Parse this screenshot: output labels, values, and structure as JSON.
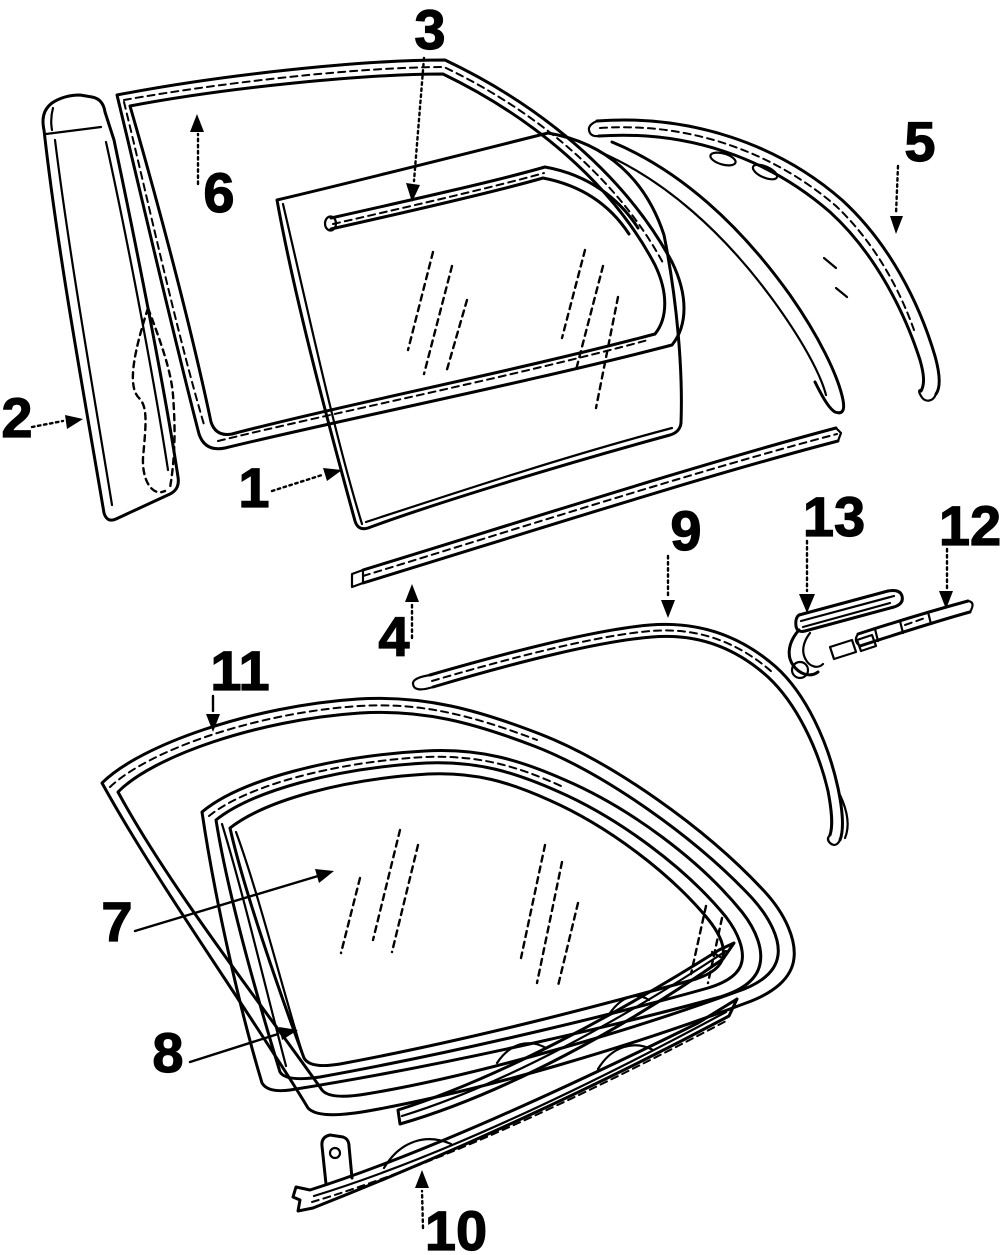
{
  "figure": {
    "type": "exploded-parts-line-diagram",
    "subject": "quarter-window-glass-and-moldings",
    "background": "#ffffff",
    "ink": "#000000"
  },
  "callouts": [
    {
      "label": "1"
    },
    {
      "label": "2"
    },
    {
      "label": "3"
    },
    {
      "label": "4"
    },
    {
      "label": "5"
    },
    {
      "label": "6"
    },
    {
      "label": "7"
    },
    {
      "label": "8"
    },
    {
      "label": "9"
    },
    {
      "label": "10"
    },
    {
      "label": "11"
    },
    {
      "label": "12"
    },
    {
      "label": "13"
    }
  ]
}
